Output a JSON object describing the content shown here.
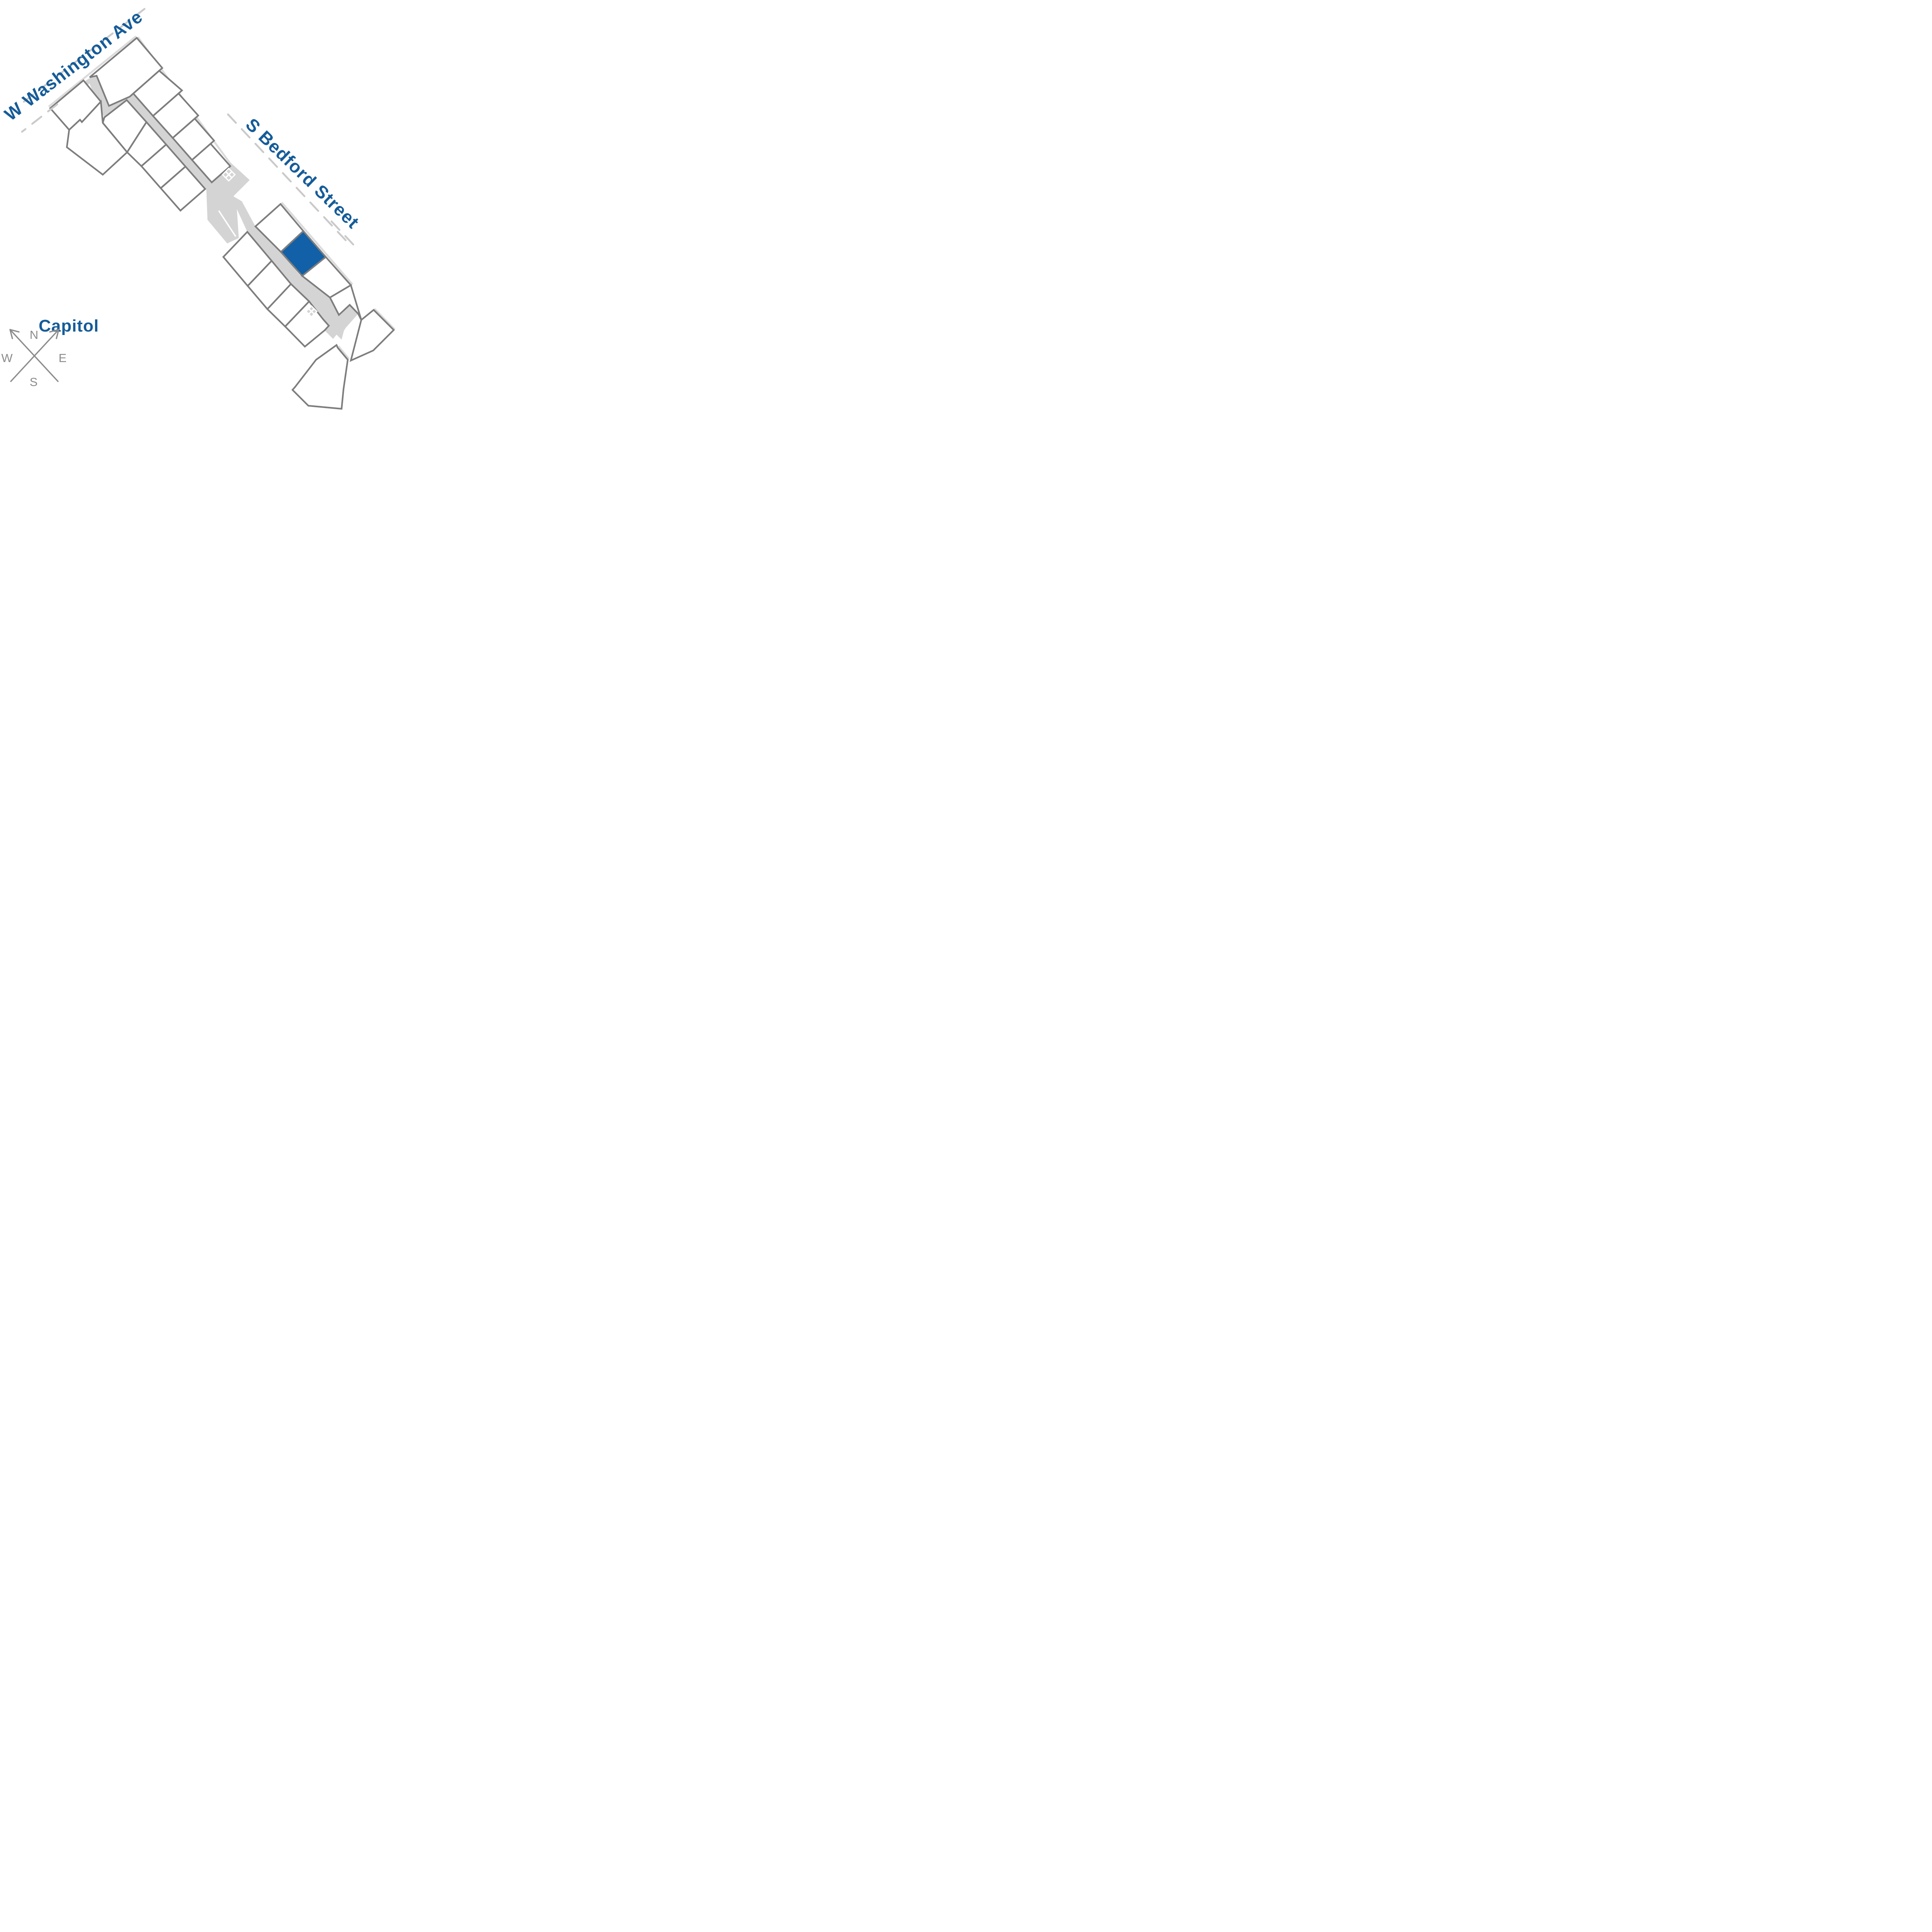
{
  "map": {
    "streets": [
      {
        "id": "washington",
        "label": "W Washington Ave"
      },
      {
        "id": "bedford",
        "label": "S Bedford Street"
      }
    ],
    "landmark": {
      "label": "Capitol"
    },
    "compass": {
      "north": "N",
      "east": "E",
      "south": "S",
      "west": "W"
    },
    "markers": [
      {
        "id": "x-marker-upper",
        "symbol": "X"
      },
      {
        "id": "x-marker-lower",
        "symbol": "X"
      }
    ],
    "highlighted_unit": {
      "fill": "#1160a8"
    },
    "colors": {
      "street_text": "#155c99",
      "accent_unit": "#1160a8",
      "outline": "#7d7d7d",
      "walkway": "#d4d4d4",
      "dash": "#cacaca",
      "shadow": "#dbdbdb",
      "compass": "#8c8c8c",
      "background": "#ffffff"
    }
  }
}
